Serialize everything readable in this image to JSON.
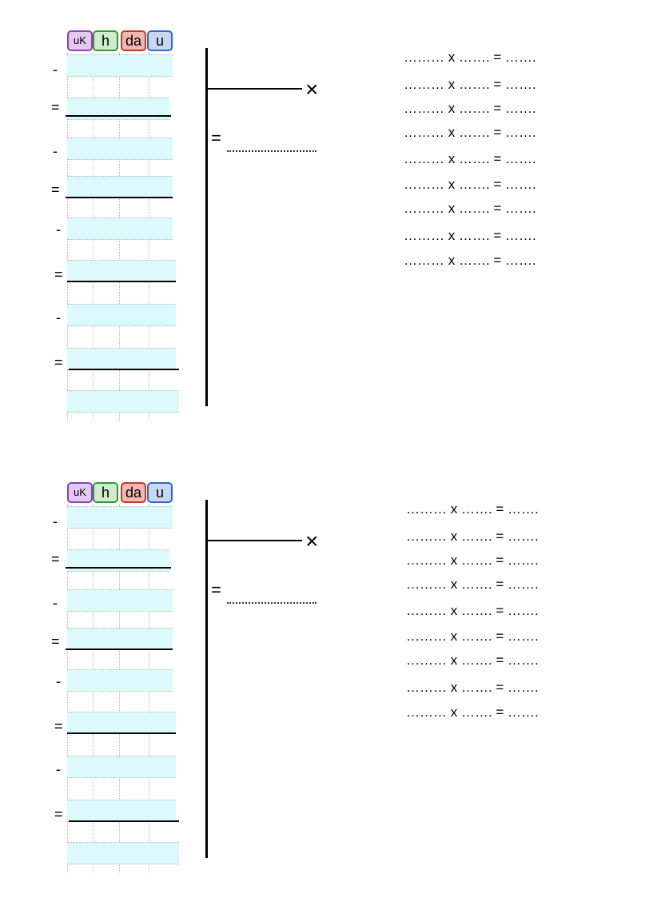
{
  "columns": [
    "uK",
    "h",
    "da",
    "u"
  ],
  "colors": {
    "uK": "#e4c9f3",
    "h": "#cdeecd",
    "da": "#f4b7b0",
    "u": "#c7d8f5",
    "cell": "#dcfafc"
  },
  "signs": [
    "-",
    "=",
    "-",
    "=",
    "-",
    "=",
    "-",
    "="
  ],
  "division_equals": "=",
  "cross_symbol": "×",
  "mult_rows": [
    "……… x ……. = …….",
    "……… x ……. = …….",
    "……… x ……. = …….",
    "……… x ……. = …….",
    "……… x ……. = …….",
    "……… x ……. = …….",
    "……… x ……. = …….",
    "……… x ……. = …….",
    "……… x ……. = ……."
  ]
}
